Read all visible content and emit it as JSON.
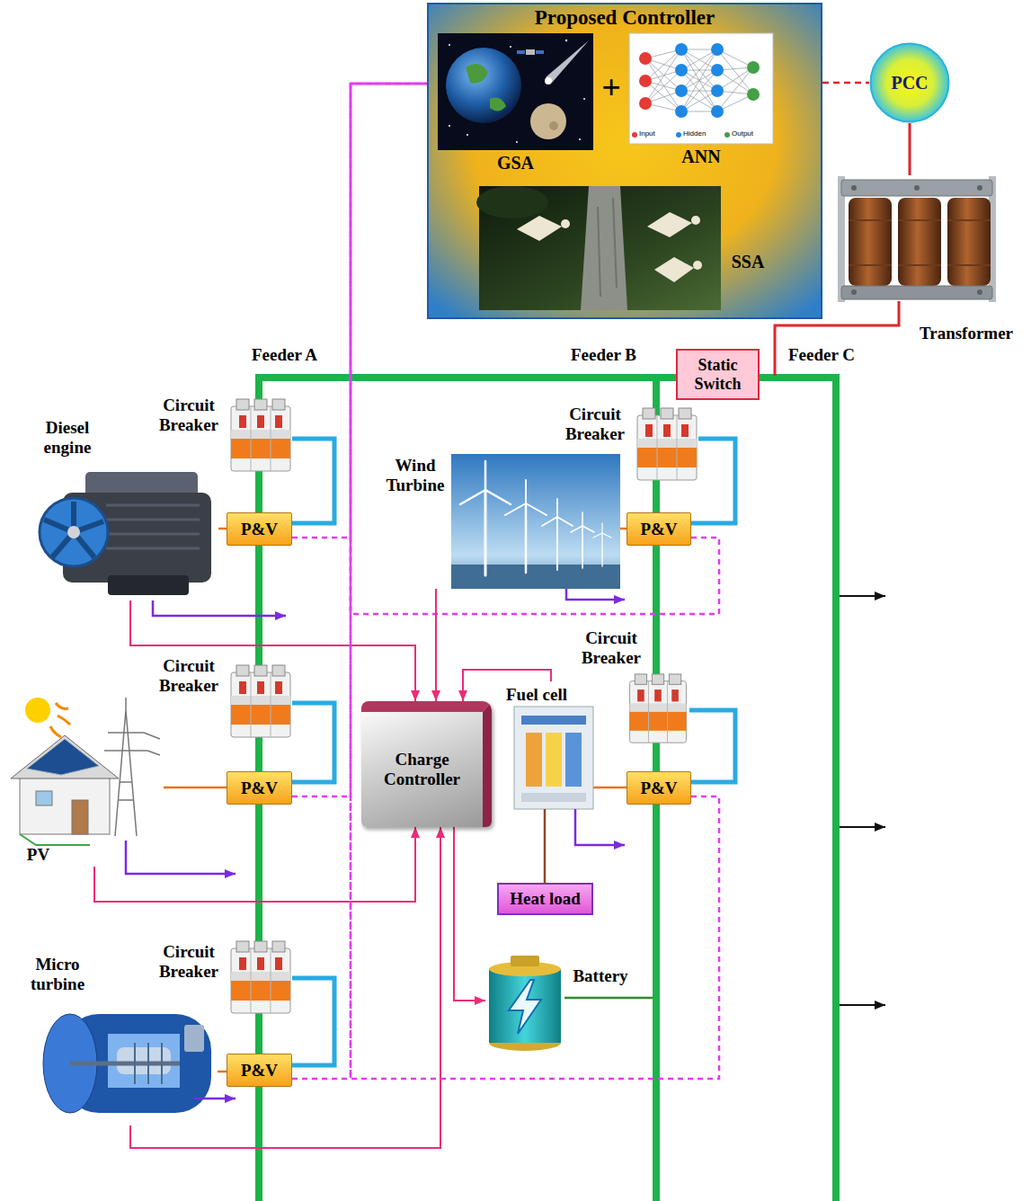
{
  "diagram": {
    "nodes": [
      {
        "text": [
          "Proposed Controller"
        ]
      },
      {
        "text": [
          "GSA"
        ],
        "in": 0
      },
      {
        "text": [
          "ANN"
        ],
        "in": 0
      },
      {
        "text": [
          "SSA"
        ],
        "in": 0
      },
      {
        "text": [
          "PCC"
        ]
      },
      {
        "text": [
          "Transformer"
        ]
      },
      {
        "text": [
          "Static Switch"
        ]
      },
      {
        "text": [
          "Circuit Breaker"
        ]
      },
      {
        "text": [
          "Diesel engine"
        ]
      },
      {
        "text": [
          "P&V"
        ]
      },
      {
        "text": [
          "Circuit Breaker"
        ]
      },
      {
        "text": [
          "Wind Turbine"
        ]
      },
      {
        "text": [
          "P&V"
        ]
      },
      {
        "text": [
          "Circuit Breaker"
        ]
      },
      {
        "text": [
          "Circuit Breaker"
        ]
      },
      {
        "text": [
          "Charge Controller"
        ]
      },
      {
        "text": [
          "Fuel cell"
        ]
      },
      {
        "text": [
          "PV"
        ]
      },
      {
        "text": [
          "P&V"
        ]
      },
      {
        "text": [
          "P&V"
        ]
      },
      {
        "text": [
          "Heat load"
        ]
      },
      {
        "text": [
          "Micro turbine"
        ]
      },
      {
        "text": [
          "Circuit Breaker"
        ]
      },
      {
        "text": [
          "Battery"
        ]
      },
      {
        "text": [
          "P&V"
        ]
      }
    ],
    "edges": [
      {
        "from": 0,
        "to": 4,
        "arrow": "none"
      },
      {
        "from": 4,
        "to": 5,
        "arrow": "none"
      },
      {
        "from": 8,
        "to": 9,
        "arrow": "none"
      },
      {
        "from": 7,
        "to": 9,
        "arrow": "none"
      },
      {
        "from": 9,
        "to": 0,
        "arrow": "none"
      },
      {
        "from": 11,
        "to": 12,
        "arrow": "none"
      },
      {
        "from": 10,
        "to": 12,
        "arrow": "none"
      },
      {
        "from": 12,
        "to": 0,
        "arrow": "none"
      },
      {
        "from": 8,
        "to": 15,
        "arrow": "to"
      },
      {
        "from": 11,
        "to": 15,
        "arrow": "to"
      },
      {
        "from": 16,
        "to": 15,
        "arrow": "to"
      },
      {
        "from": 17,
        "to": 15,
        "arrow": "to"
      },
      {
        "from": 21,
        "to": 15,
        "arrow": "to"
      },
      {
        "from": 15,
        "to": 23,
        "arrow": "to"
      },
      {
        "from": 16,
        "to": 20,
        "arrow": "none"
      },
      {
        "from": 17,
        "to": 18,
        "arrow": "none"
      },
      {
        "from": 13,
        "to": 18,
        "arrow": "none"
      },
      {
        "from": 18,
        "to": 0,
        "arrow": "none"
      },
      {
        "from": 16,
        "to": 19,
        "arrow": "none"
      },
      {
        "from": 14,
        "to": 19,
        "arrow": "none"
      },
      {
        "from": 19,
        "to": 0,
        "arrow": "none"
      },
      {
        "from": 21,
        "to": 24,
        "arrow": "none"
      },
      {
        "from": 22,
        "to": 24,
        "arrow": "none"
      },
      {
        "from": 24,
        "to": 0,
        "arrow": "none"
      }
    ],
    "labels": [
      "Feeder A",
      "Feeder B",
      "Feeder C",
      "+"
    ],
    "legend": [
      {
        "text": "Input",
        "color": "#e53935"
      },
      {
        "text": "Hidden",
        "color": "#1e88e5"
      },
      {
        "text": "Output",
        "color": "#43a047"
      }
    ]
  }
}
